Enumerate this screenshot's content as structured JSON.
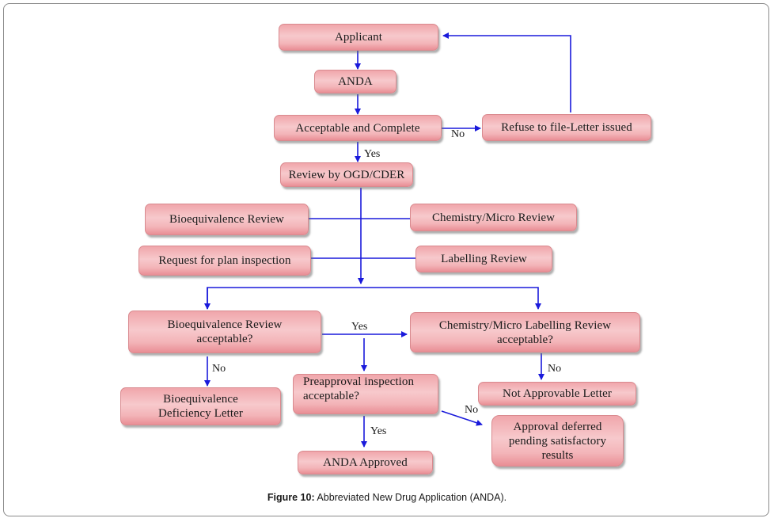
{
  "diagram": {
    "nodes": {
      "applicant": "Applicant",
      "anda": "ANDA",
      "acceptable_complete": "Acceptable and Complete",
      "refuse_to_file": "Refuse to file-Letter issued",
      "review_ogd_cder": "Review by OGD/CDER",
      "bioequivalence_review": "Bioequivalence Review",
      "chemistry_micro_review": "Chemistry/Micro Review",
      "request_plan_inspection": "Request for plan inspection",
      "labelling_review": "Labelling Review",
      "bioequivalence_acceptable_line1": "Bioequivalence Review",
      "bioequivalence_acceptable_line2": "acceptable?",
      "chem_label_acceptable_line1": "Chemistry/Micro Labelling Review",
      "chem_label_acceptable_line2": "acceptable?",
      "bioequivalence_deficiency_line1": "Bioequivalence",
      "bioequivalence_deficiency_line2": "Deficiency Letter",
      "preapproval_line1": "Preapproval inspection",
      "preapproval_line2": "acceptable?",
      "not_approvable": "Not Approvable Letter",
      "approval_deferred_line1": "Approval deferred",
      "approval_deferred_line2": "pending satisfactory",
      "approval_deferred_line3": "results",
      "anda_approved": "ANDA Approved"
    },
    "edge_labels": {
      "acceptable_no": "No",
      "acceptable_yes": "Yes",
      "bioeq_yes": "Yes",
      "bioeq_no": "No",
      "chem_no": "No",
      "preapproval_no": "No",
      "preapproval_yes": "Yes"
    },
    "colors": {
      "arrow": "#1a1adb",
      "node_fill": "#f4b9bd",
      "node_border": "#d98a8f"
    }
  },
  "caption": {
    "label": "Figure 10:",
    "text": " Abbreviated New Drug Application (ANDA)."
  }
}
